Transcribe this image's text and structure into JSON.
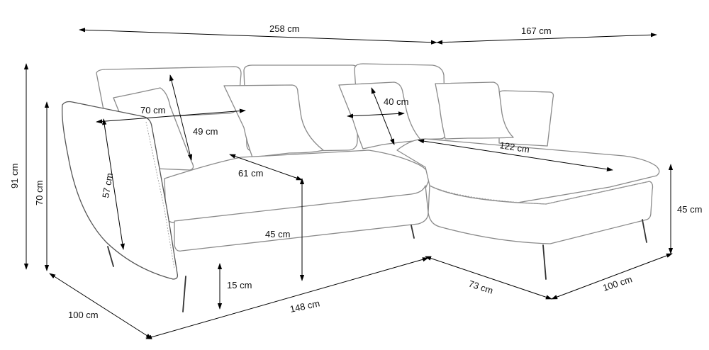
{
  "dimensions": {
    "total_width": "258 cm",
    "chaise_width": "167 cm",
    "total_height": "91 cm",
    "back_height": "70 cm",
    "armrest_height": "57 cm",
    "back_cushion_depth": "70 cm",
    "cushion_height": "49 cm",
    "small_cushion": "40 cm",
    "seat_depth": "61 cm",
    "chaise_length": "122 cm",
    "seat_height": "45 cm",
    "chaise_seat_height": "45 cm",
    "leg_height": "15 cm",
    "sofa_depth": "100 cm",
    "seat_width": "148 cm",
    "chaise_inner": "73 cm",
    "chaise_depth": "100 cm"
  }
}
